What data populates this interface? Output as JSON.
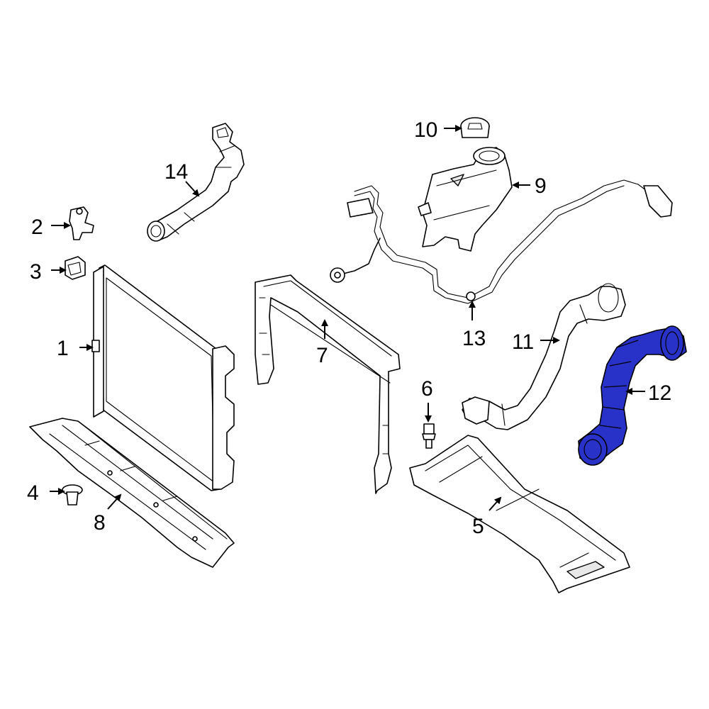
{
  "diagram": {
    "highlight_color": "#2832c8",
    "callouts": [
      {
        "id": "c1",
        "label": "1"
      },
      {
        "id": "c2",
        "label": "2"
      },
      {
        "id": "c3",
        "label": "3"
      },
      {
        "id": "c4",
        "label": "4"
      },
      {
        "id": "c5",
        "label": "5"
      },
      {
        "id": "c6",
        "label": "6"
      },
      {
        "id": "c7",
        "label": "7"
      },
      {
        "id": "c8",
        "label": "8"
      },
      {
        "id": "c9",
        "label": "9"
      },
      {
        "id": "c10",
        "label": "10"
      },
      {
        "id": "c11",
        "label": "11"
      },
      {
        "id": "c12",
        "label": "12"
      },
      {
        "id": "c13",
        "label": "13"
      },
      {
        "id": "c14",
        "label": "14"
      }
    ]
  }
}
